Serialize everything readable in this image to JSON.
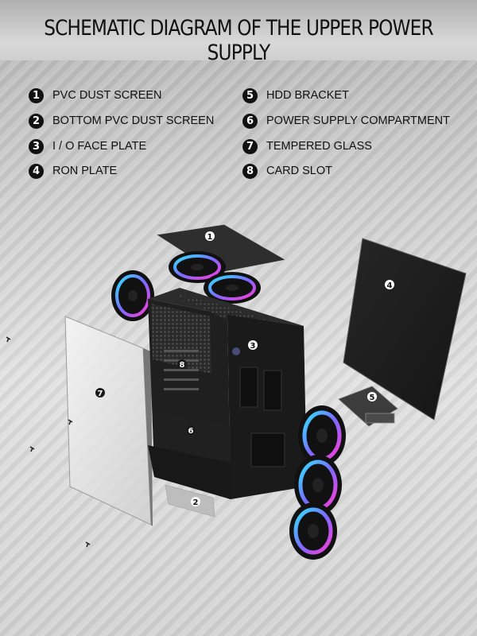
{
  "title": "SCHEMATIC DIAGRAM OF THE UPPER POWER SUPPLY",
  "legend": [
    {
      "number": "1",
      "label": "PVC DUST SCREEN"
    },
    {
      "number": "2",
      "label": "BOTTOM PVC DUST SCREEN"
    },
    {
      "number": "3",
      "label": "I / O FACE PLATE"
    },
    {
      "number": "4",
      "label": "RON PLATE"
    },
    {
      "number": "5",
      "label": "HDD BRACKET"
    },
    {
      "number": "6",
      "label": "POWER SUPPLY COMPARTMENT"
    },
    {
      "number": "7",
      "label": "TEMPERED GLASS"
    },
    {
      "number": "8",
      "label": "CARD SLOT"
    }
  ],
  "callouts": [
    "1",
    "2",
    "3",
    "4",
    "5",
    "6",
    "7",
    "8"
  ],
  "colors": {
    "accent_cyan": "#2ee6ff",
    "accent_magenta": "#ff3ad8",
    "case_black": "#151515"
  }
}
